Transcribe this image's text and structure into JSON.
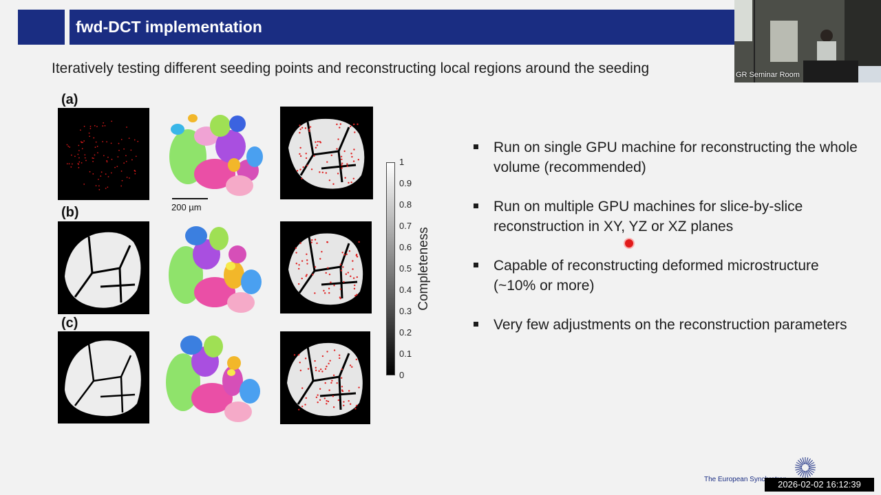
{
  "slide": {
    "title": "fwd-DCT implementation",
    "subtitle": "Iteratively testing different seeding points and reconstructing local regions around the seeding",
    "panels": {
      "a": "(a)",
      "b": "(b)",
      "c": "(c)"
    },
    "scale_bar": "200 µm",
    "colorbar": {
      "label": "Completeness",
      "ticks": [
        "1",
        "0.9",
        "0.8",
        "0.7",
        "0.6",
        "0.5",
        "0.4",
        "0.3",
        "0.2",
        "0.1",
        "0"
      ]
    },
    "bullets": [
      "Run on single GPU machine for reconstructing the whole volume (recommended)",
      "Run on multiple GPU machines for slice-by-slice reconstruction in XY, YZ or XZ planes",
      "Capable of reconstructing deformed microstructure (~10% or more)",
      "Very few adjustments on the reconstruction parameters"
    ],
    "footer": "The European Synchrotron",
    "colors": {
      "title_bar": "#1a2d82",
      "background": "#f2f2f2",
      "pointer": "#e11a1a"
    }
  },
  "webcam": {
    "label": "GR Seminar Room"
  },
  "overlay": {
    "timestamp": "2026-02-02  16:12:39"
  }
}
